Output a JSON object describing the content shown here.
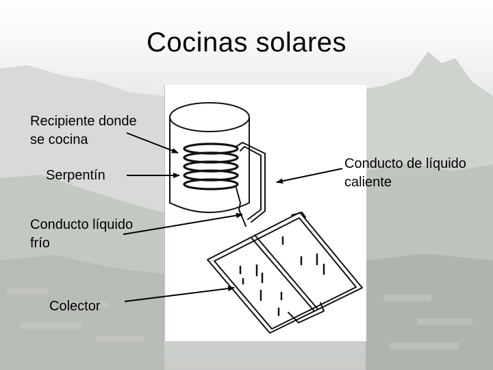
{
  "slide": {
    "title": "Cocinas solares",
    "colors": {
      "text": "#000000",
      "panel": "#ffffff"
    }
  },
  "labels": {
    "recipiente_line1": "Recipiente donde",
    "recipiente_line2": "se cocina",
    "serpentin": "Serpentín",
    "conducto_frio_line1": "Conducto líquido",
    "conducto_frio_line2": "frío",
    "colector": "Colector",
    "conducto_caliente_line1": "Conducto de líquido",
    "conducto_caliente_line2": "caliente"
  }
}
